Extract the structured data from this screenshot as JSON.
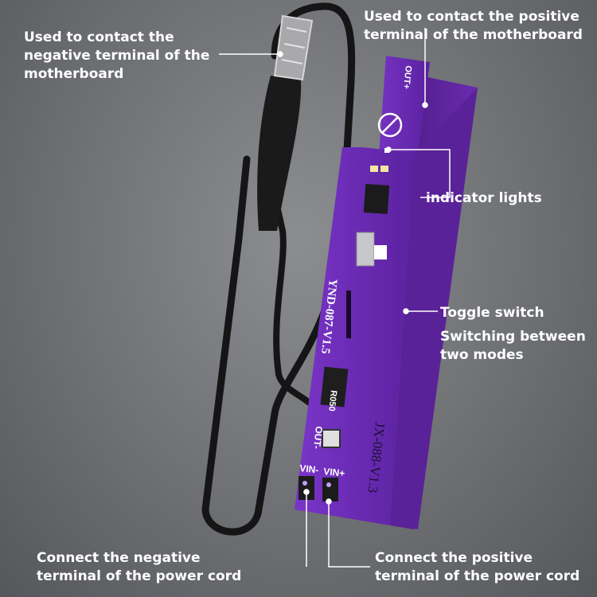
{
  "labels": {
    "negative_mb": "Used to contact the\nnegative terminal of the\nmotherboard",
    "positive_mb": "Used to contact the positive\nterminal of the motherboard",
    "indicator": "indicator lights",
    "toggle": "Toggle switch",
    "modes": "Switching between\ntwo modes",
    "neg_power": "Connect the negative\nterminal of the power cord",
    "pos_power": "Connect the positive\nterminal of the power cord"
  },
  "board_text": {
    "out_plus": "OUT+",
    "board1_model": "YND-087-V1.5",
    "board2_model": "JX-088-V1.3",
    "resistor": "R050",
    "out_minus": "OUT-",
    "vin_minus": "VIN-",
    "vin_plus": "VIN+"
  },
  "colors": {
    "board": "#6a2bb0",
    "board_dark": "#4e1c88",
    "cable": "#151515",
    "label": "#ffffff"
  }
}
